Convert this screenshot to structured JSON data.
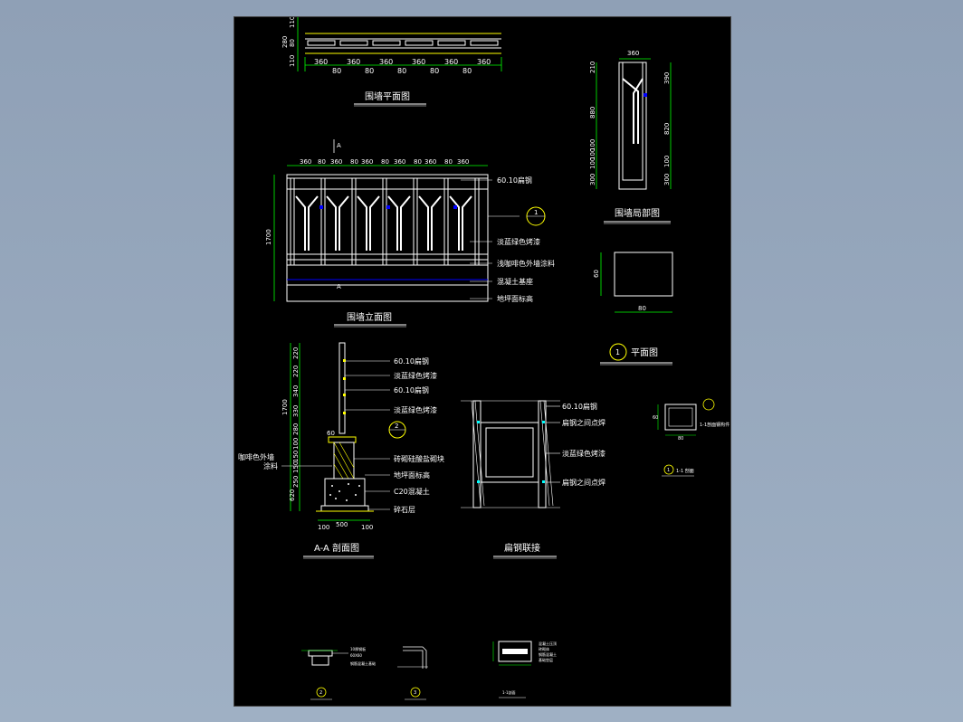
{
  "titles": {
    "plan": "围墙平面图",
    "elevation": "围墙立面图",
    "partial": "围墙局部图",
    "section_plan": "平面图",
    "section_plan_num": "1",
    "aa_section": "A-A 剖面图",
    "steel_joint": "扁钢联接",
    "small_ref": "1-1 剖面"
  },
  "plan_dims": {
    "spans": [
      "360",
      "360",
      "360",
      "360",
      "360",
      "360"
    ],
    "gaps": [
      "80",
      "80",
      "80",
      "80",
      "80"
    ],
    "height_top": "110",
    "height_mid": "80",
    "height_total": "280",
    "height_bottom": "110"
  },
  "elevation": {
    "top_dims": [
      "360",
      "80",
      "360",
      "80",
      "360",
      "80",
      "360",
      "80",
      "360",
      "80",
      "360"
    ],
    "height": "1700",
    "section_mark": "A",
    "detail_mark": "1",
    "labels": {
      "flat_steel": "60.10扁钢",
      "green_paint": "淡蓝绿色烤漆",
      "coffee_paint": "浅咖啡色外墙涂料",
      "concrete_base": "混凝土基座",
      "ground_level": "地坪面标高"
    }
  },
  "partial": {
    "top_dim": "360",
    "left_dims": [
      "210",
      "880",
      "100",
      "100",
      "100",
      "300"
    ],
    "right_dims": [
      "390",
      "820",
      "100",
      "300"
    ]
  },
  "section_box": {
    "w": "80",
    "h": "60"
  },
  "aa": {
    "left_dims": [
      "1700",
      "220",
      "220",
      "340",
      "330",
      "280",
      "100",
      "150",
      "150",
      "250",
      "620"
    ],
    "bottom_dims": [
      "100",
      "500",
      "100"
    ],
    "label_60": "60",
    "detail_mark": "2",
    "labels": {
      "flat_steel_1": "60.10扁钢",
      "green_paint_1": "淡蓝绿色烤漆",
      "flat_steel_2": "60.10扁钢",
      "green_paint_2": "淡蓝绿色烤漆",
      "brick": "砖砌硅酸盐砌块",
      "ground": "地坪面标高",
      "c20": "C20混凝土",
      "gravel": "碎石层",
      "coffee_1": "咖啡色外墙",
      "coffee_2": "涂料"
    }
  },
  "joint": {
    "labels": {
      "flat_steel": "60.10扁钢",
      "weld_1": "扁钢之间点焊",
      "green_paint": "淡蓝绿色烤漆",
      "weld_2": "扁钢之间点焊"
    }
  },
  "small_detail": {
    "dim_left": "60",
    "dim_bottom": "80",
    "detail_mark": "1",
    "label": "1-1剖面钢构件"
  },
  "bottom_details": {
    "mark_2": "2",
    "mark_3": "3",
    "d2_lines": [
      "10厚钢板",
      "60X60",
      "钢筋混凝土基础"
    ],
    "d4_lines": [
      "混凝土压顶",
      "砖砌体",
      "钢筋混凝土",
      "基础垫层"
    ],
    "d4_ref": "1-1剖面"
  },
  "colors": {
    "background": "#8fa0b6",
    "sheet": "#000000",
    "line_white": "#ffffff",
    "line_yellow": "#ffff00",
    "line_cyan": "#00ffff",
    "line_green": "#00ff00",
    "line_blue": "#0000ff"
  }
}
